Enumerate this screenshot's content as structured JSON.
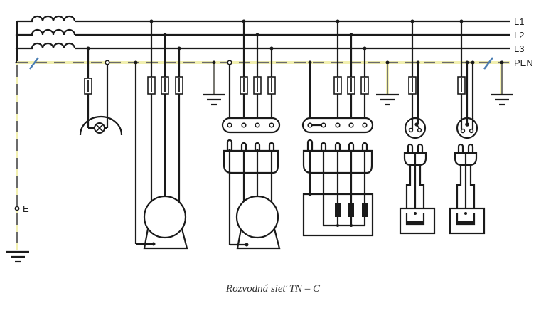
{
  "diagram": {
    "title": "Rozvodná sieť TN – C",
    "type": "electrical schematic",
    "bus_labels": {
      "l1": "L1",
      "l2": "L2",
      "l3": "L3",
      "pen": "PEN"
    },
    "earth_terminal_label": "E",
    "colors": {
      "conductor": "#1a1a1a",
      "pen_stripe": "#f2f0b0",
      "pen_dash": "#6b6b6b",
      "pen_break_mark": "#4a7db3"
    },
    "source": "three-phase transformer windings (3 coils)",
    "loads": [
      {
        "id": "lamp",
        "description": "single-phase lamp fed from L3 and PEN via fuse"
      },
      {
        "id": "motor-1",
        "description": "three-phase motor, fixed connection, 3 fuses, PEN to frame"
      },
      {
        "id": "earth-1",
        "description": "PEN grounding"
      },
      {
        "id": "motor-2",
        "description": "three-phase motor via 4-pin plug/socket, 3 fuses"
      },
      {
        "id": "heater",
        "description": "three-phase heater via 5-pin plug/socket with N–PE bridge, 3 fuses"
      },
      {
        "id": "earth-2",
        "description": "PEN grounding"
      },
      {
        "id": "appliance-1",
        "description": "single-phase socket and plug appliance, 1 fuse"
      },
      {
        "id": "appliance-2",
        "description": "single-phase socket and plug appliance with separate N and PE, 1 fuse"
      },
      {
        "id": "earth-3",
        "description": "PEN grounding at line end"
      }
    ]
  }
}
